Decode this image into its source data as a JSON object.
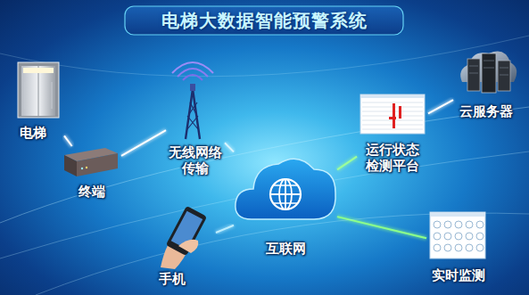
{
  "diagram": {
    "title": "电梯大数据智能预警系统",
    "nodes": [
      {
        "text": [
          "电梯"
        ]
      },
      {
        "text": [
          "终端"
        ]
      },
      {
        "text": [
          "无线网络传输"
        ]
      },
      {
        "text": [
          "互联网"
        ]
      },
      {
        "text": [
          "手机"
        ]
      },
      {
        "text": [
          "运行状态检测平台"
        ]
      },
      {
        "text": [
          "云服务器"
        ]
      },
      {
        "text": [
          "实时监测"
        ]
      }
    ],
    "edges": [
      {
        "from": 0,
        "to": 1,
        "arrow": "none"
      },
      {
        "from": 1,
        "to": 2,
        "arrow": "none"
      },
      {
        "from": 2,
        "to": 3,
        "arrow": "none"
      },
      {
        "from": 4,
        "to": 3,
        "arrow": "none"
      },
      {
        "from": 3,
        "to": 5,
        "arrow": "none"
      },
      {
        "from": 5,
        "to": 6,
        "arrow": "none"
      },
      {
        "from": 3,
        "to": 7,
        "arrow": "none"
      }
    ]
  }
}
